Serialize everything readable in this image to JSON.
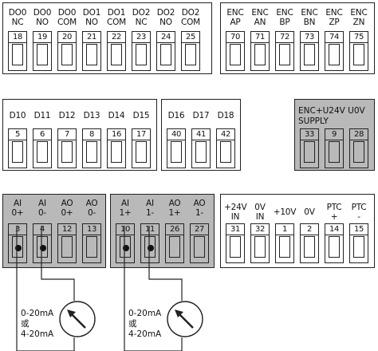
{
  "blocks": {
    "do": {
      "labels": [
        [
          "DO0",
          "NC"
        ],
        [
          "DO0",
          "NO"
        ],
        [
          "DO0",
          "COM"
        ],
        [
          "DO1",
          "NO"
        ],
        [
          "DO1",
          "COM"
        ],
        [
          "DO2",
          "NC"
        ],
        [
          "DO2",
          "NO"
        ],
        [
          "DO2",
          "COM"
        ]
      ],
      "terminals": [
        "18",
        "19",
        "20",
        "21",
        "22",
        "23",
        "24",
        "25"
      ]
    },
    "enc": {
      "labels": [
        [
          "ENC",
          "AP"
        ],
        [
          "ENC",
          "AN"
        ],
        [
          "ENC",
          "BP"
        ],
        [
          "ENC",
          "BN"
        ],
        [
          "ENC",
          "ZP"
        ],
        [
          "ENC",
          "ZN"
        ]
      ],
      "terminals": [
        "70",
        "71",
        "72",
        "73",
        "74",
        "75"
      ]
    },
    "di1": {
      "labels": [
        "D10",
        "D11",
        "D12",
        "D13",
        "D14",
        "D15"
      ],
      "terminals": [
        "5",
        "6",
        "7",
        "8",
        "16",
        "17"
      ]
    },
    "di2": {
      "labels": [
        "D16",
        "D17",
        "D18"
      ],
      "terminals": [
        "40",
        "41",
        "42"
      ]
    },
    "supply": {
      "title_line1": "ENC+U24V U0V",
      "title_line2": "SUPPLY",
      "terminals": [
        "33",
        "9",
        "28"
      ]
    },
    "ai1": {
      "labels": [
        [
          "AI",
          "0+"
        ],
        [
          "AI",
          "0-"
        ],
        [
          "AO",
          "0+"
        ],
        [
          "AO",
          "0-"
        ]
      ],
      "terminals": [
        "3",
        "4",
        "12",
        "13"
      ]
    },
    "ai2": {
      "labels": [
        [
          "AI",
          "1+"
        ],
        [
          "AI",
          "1-"
        ],
        [
          "AO",
          "1+"
        ],
        [
          "AO",
          "1-"
        ]
      ],
      "terminals": [
        "10",
        "11",
        "26",
        "27"
      ]
    },
    "pwr": {
      "labels": [
        [
          "+24V",
          "IN"
        ],
        [
          "0V",
          "IN"
        ],
        [
          "+10V",
          ""
        ],
        [
          "0V",
          ""
        ],
        [
          "PTC",
          "+"
        ],
        [
          "PTC",
          "-"
        ]
      ],
      "terminals": [
        "31",
        "32",
        "1",
        "2",
        "14",
        "15"
      ]
    }
  },
  "meters": [
    {
      "line1": "0-20mA",
      "line2": "或",
      "line3": "4-20mA"
    },
    {
      "line1": "0-20mA",
      "line2": "或",
      "line3": "4-20mA"
    }
  ]
}
